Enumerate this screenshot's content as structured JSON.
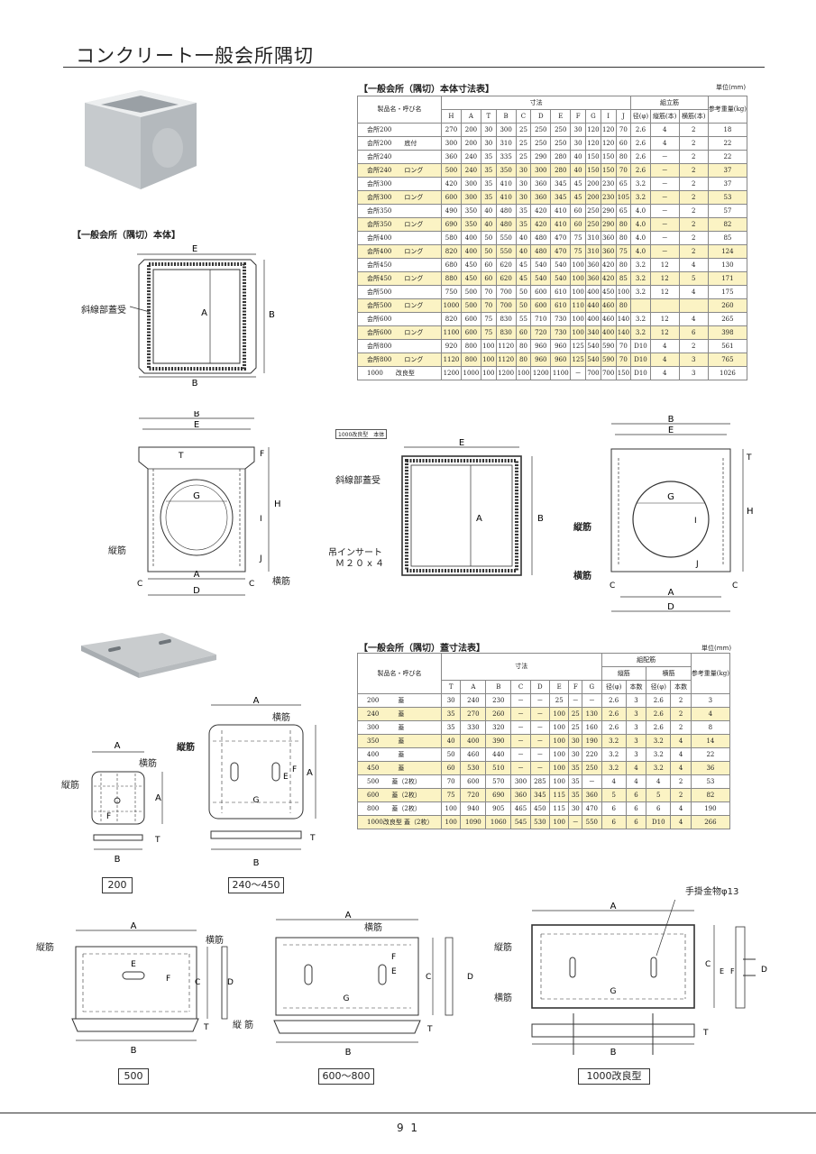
{
  "page": {
    "title": "コンクリート一般会所隅切",
    "page_number": "9 1"
  },
  "body_table": {
    "heading": "【一般会所（隅切）本体寸法表】",
    "unit": "単位(mm)",
    "col_name": "製品名・呼び名",
    "col_dims": "寸法",
    "col_rebar": "組立筋",
    "col_weight": "参考重量(kg)",
    "dim_headers": [
      "H",
      "A",
      "T",
      "B",
      "C",
      "D",
      "E",
      "F",
      "G",
      "I",
      "J"
    ],
    "rebar_headers": [
      "径(φ)",
      "縦筋(本)",
      "横筋(本)"
    ],
    "rows": [
      {
        "name": "会所200",
        "hl": false,
        "v": [
          "270",
          "200",
          "30",
          "300",
          "25",
          "250",
          "250",
          "30",
          "120",
          "120",
          "70",
          "2.6",
          "4",
          "2",
          "18"
        ]
      },
      {
        "name": "会所200　　底付",
        "hl": false,
        "v": [
          "300",
          "200",
          "30",
          "310",
          "25",
          "250",
          "250",
          "30",
          "120",
          "120",
          "60",
          "2.6",
          "4",
          "2",
          "22"
        ]
      },
      {
        "name": "会所240",
        "hl": false,
        "v": [
          "360",
          "240",
          "35",
          "335",
          "25",
          "290",
          "280",
          "40",
          "150",
          "150",
          "80",
          "2.6",
          "－",
          "2",
          "22"
        ]
      },
      {
        "name": "会所240　　ロング",
        "hl": true,
        "v": [
          "500",
          "240",
          "35",
          "350",
          "30",
          "300",
          "280",
          "40",
          "150",
          "150",
          "70",
          "2.6",
          "－",
          "2",
          "37"
        ]
      },
      {
        "name": "会所300",
        "hl": false,
        "v": [
          "420",
          "300",
          "35",
          "410",
          "30",
          "360",
          "345",
          "45",
          "200",
          "230",
          "65",
          "3.2",
          "－",
          "2",
          "37"
        ]
      },
      {
        "name": "会所300　　ロング",
        "hl": true,
        "v": [
          "600",
          "300",
          "35",
          "410",
          "30",
          "360",
          "345",
          "45",
          "200",
          "230",
          "105",
          "3.2",
          "－",
          "2",
          "53"
        ]
      },
      {
        "name": "会所350",
        "hl": false,
        "v": [
          "490",
          "350",
          "40",
          "480",
          "35",
          "420",
          "410",
          "60",
          "250",
          "290",
          "65",
          "4.0",
          "－",
          "2",
          "57"
        ]
      },
      {
        "name": "会所350　　ロング",
        "hl": true,
        "v": [
          "690",
          "350",
          "40",
          "480",
          "35",
          "420",
          "410",
          "60",
          "250",
          "290",
          "80",
          "4.0",
          "－",
          "2",
          "82"
        ]
      },
      {
        "name": "会所400",
        "hl": false,
        "v": [
          "580",
          "400",
          "50",
          "550",
          "40",
          "480",
          "470",
          "75",
          "310",
          "360",
          "80",
          "4.0",
          "－",
          "2",
          "85"
        ]
      },
      {
        "name": "会所400　　ロング",
        "hl": true,
        "v": [
          "820",
          "400",
          "50",
          "550",
          "40",
          "480",
          "470",
          "75",
          "310",
          "360",
          "75",
          "4.0",
          "－",
          "2",
          "124"
        ]
      },
      {
        "name": "会所450",
        "hl": false,
        "v": [
          "680",
          "450",
          "60",
          "620",
          "45",
          "540",
          "540",
          "100",
          "360",
          "420",
          "80",
          "3.2",
          "12",
          "4",
          "130"
        ]
      },
      {
        "name": "会所450　　ロング",
        "hl": true,
        "v": [
          "880",
          "450",
          "60",
          "620",
          "45",
          "540",
          "540",
          "100",
          "360",
          "420",
          "85",
          "3.2",
          "12",
          "5",
          "171"
        ]
      },
      {
        "name": "会所500",
        "hl": false,
        "v": [
          "750",
          "500",
          "70",
          "700",
          "50",
          "600",
          "610",
          "100",
          "400",
          "450",
          "100",
          "3.2",
          "12",
          "4",
          "175"
        ]
      },
      {
        "name": "会所500　　ロング",
        "hl": true,
        "v": [
          "1000",
          "500",
          "70",
          "700",
          "50",
          "600",
          "610",
          "110",
          "440",
          "460",
          "80",
          "",
          "",
          "",
          "260"
        ]
      },
      {
        "name": "会所600",
        "hl": false,
        "v": [
          "820",
          "600",
          "75",
          "830",
          "55",
          "710",
          "730",
          "100",
          "400",
          "460",
          "140",
          "3.2",
          "12",
          "4",
          "265"
        ]
      },
      {
        "name": "会所600　　ロング",
        "hl": true,
        "v": [
          "1100",
          "600",
          "75",
          "830",
          "60",
          "720",
          "730",
          "100",
          "340",
          "400",
          "140",
          "3.2",
          "12",
          "6",
          "398"
        ]
      },
      {
        "name": "会所800",
        "hl": false,
        "v": [
          "920",
          "800",
          "100",
          "1120",
          "80",
          "960",
          "960",
          "125",
          "540",
          "590",
          "70",
          "D10",
          "4",
          "2",
          "561"
        ]
      },
      {
        "name": "会所800　　ロング",
        "hl": true,
        "v": [
          "1120",
          "800",
          "100",
          "1120",
          "80",
          "960",
          "960",
          "125",
          "540",
          "590",
          "70",
          "D10",
          "4",
          "3",
          "765"
        ]
      },
      {
        "name": "1000　　改良型",
        "hl": false,
        "v": [
          "1200",
          "1000",
          "100",
          "1200",
          "100",
          "1200",
          "1100",
          "－",
          "700",
          "700",
          "150",
          "D10",
          "4",
          "3",
          "1026"
        ]
      }
    ]
  },
  "lid_table": {
    "heading": "【一般会所（隅切）蓋寸法表】",
    "unit": "単位(mm)",
    "col_name": "製品名・呼び名",
    "col_dims": "寸法",
    "col_rebar": "組配筋",
    "col_vert": "縦筋",
    "col_horiz": "横筋",
    "col_weight": "参考重量(kg)",
    "dim_headers": [
      "T",
      "A",
      "B",
      "C",
      "D",
      "E",
      "F",
      "G"
    ],
    "rebar_headers": [
      "径(φ)",
      "本数",
      "径(φ)",
      "本数"
    ],
    "rows": [
      {
        "name": "200　　　蓋",
        "hl": false,
        "v": [
          "30",
          "240",
          "230",
          "－",
          "－",
          "25",
          "－",
          "－",
          "2.6",
          "3",
          "2.6",
          "2",
          "3"
        ]
      },
      {
        "name": "240　　　蓋",
        "hl": true,
        "v": [
          "35",
          "270",
          "260",
          "－",
          "－",
          "100",
          "25",
          "130",
          "2.6",
          "3",
          "2.6",
          "2",
          "4"
        ]
      },
      {
        "name": "300　　　蓋",
        "hl": false,
        "v": [
          "35",
          "330",
          "320",
          "－",
          "－",
          "100",
          "25",
          "160",
          "2.6",
          "3",
          "2.6",
          "2",
          "8"
        ]
      },
      {
        "name": "350　　　蓋",
        "hl": true,
        "v": [
          "40",
          "400",
          "390",
          "－",
          "－",
          "100",
          "30",
          "190",
          "3.2",
          "3",
          "3.2",
          "4",
          "14"
        ]
      },
      {
        "name": "400　　　蓋",
        "hl": false,
        "v": [
          "50",
          "460",
          "440",
          "－",
          "－",
          "100",
          "30",
          "220",
          "3.2",
          "3",
          "3.2",
          "4",
          "22"
        ]
      },
      {
        "name": "450　　　蓋",
        "hl": true,
        "v": [
          "60",
          "530",
          "510",
          "－",
          "－",
          "100",
          "35",
          "250",
          "3.2",
          "4",
          "3.2",
          "4",
          "36"
        ]
      },
      {
        "name": "500　　蓋（2枚）",
        "hl": false,
        "v": [
          "70",
          "600",
          "570",
          "300",
          "285",
          "100",
          "35",
          "－",
          "4",
          "4",
          "4",
          "2",
          "53"
        ]
      },
      {
        "name": "600　　蓋（2枚）",
        "hl": true,
        "v": [
          "75",
          "720",
          "690",
          "360",
          "345",
          "115",
          "35",
          "360",
          "5",
          "6",
          "5",
          "2",
          "82"
        ]
      },
      {
        "name": "800　　蓋（2枚）",
        "hl": false,
        "v": [
          "100",
          "940",
          "905",
          "465",
          "450",
          "115",
          "30",
          "470",
          "6",
          "6",
          "6",
          "4",
          "190"
        ]
      },
      {
        "name": "1000改良型 蓋（2枚）",
        "hl": true,
        "v": [
          "100",
          "1090",
          "1060",
          "545",
          "530",
          "100",
          "－",
          "550",
          "6",
          "6",
          "D10",
          "4",
          "266"
        ]
      }
    ]
  },
  "labels": {
    "body_section": "【一般会所（隅切）本体】",
    "slanted_seat": "斜線部蓋受",
    "vertical_rebar": "縦筋",
    "horizontal_rebar": "横筋",
    "vertical_rebar_spaced": "縦 筋",
    "insert": "吊インサート",
    "insert_size": "Ｍ２０ｘ４",
    "small_tag": "1000改良型　本体",
    "handle": "手掛金物φ13",
    "A": "A",
    "B": "B",
    "C": "C",
    "D": "D",
    "E": "E",
    "F": "F",
    "G": "G",
    "H": "H",
    "I": "I",
    "J": "J",
    "T": "T",
    "cap_200": "200",
    "cap_240": "240～450",
    "cap_500": "500",
    "cap_600": "600～800",
    "cap_1000": "1000改良型"
  }
}
